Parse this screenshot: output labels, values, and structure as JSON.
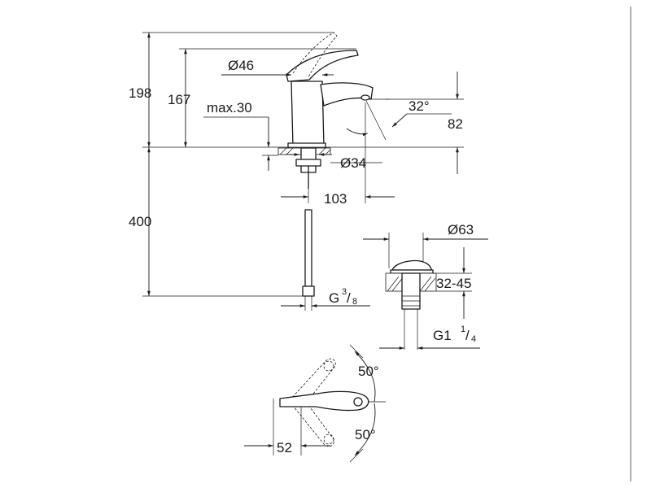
{
  "drawing": {
    "dimensions": {
      "height_total": "198",
      "height_spout": "167",
      "spout_diameter": "Ø46",
      "max_deck": "max.30",
      "spout_angle": "32°",
      "outlet_height": "82",
      "base_diameter": "Ø34",
      "reach": "103",
      "hose_length": "400",
      "hose_thread_main": "G",
      "hose_thread_num": "3",
      "hose_thread_den": "8",
      "waste_diameter": "Ø63",
      "waste_range": "32-45",
      "waste_thread_main": "G1",
      "waste_thread_num": "1",
      "waste_thread_den": "4",
      "lever_angle_up": "50°",
      "lever_angle_down": "50°",
      "lever_offset": "52"
    }
  }
}
